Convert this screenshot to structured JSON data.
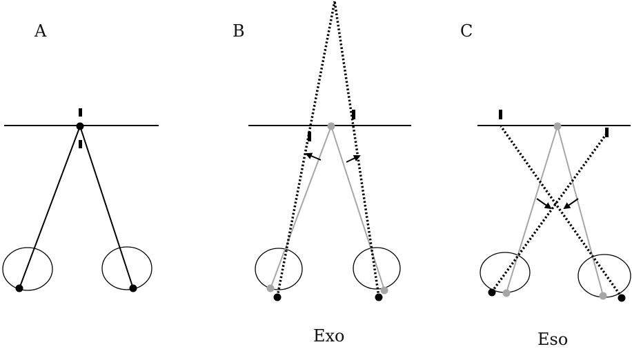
{
  "panels": [
    {
      "label": "A",
      "caption": ""
    },
    {
      "label": "B",
      "caption": "Exo"
    },
    {
      "label": "C",
      "caption": "Eso"
    }
  ],
  "colors": {
    "ink": "#000000",
    "gray": "#a6a6a6",
    "background": "#ffffff"
  }
}
